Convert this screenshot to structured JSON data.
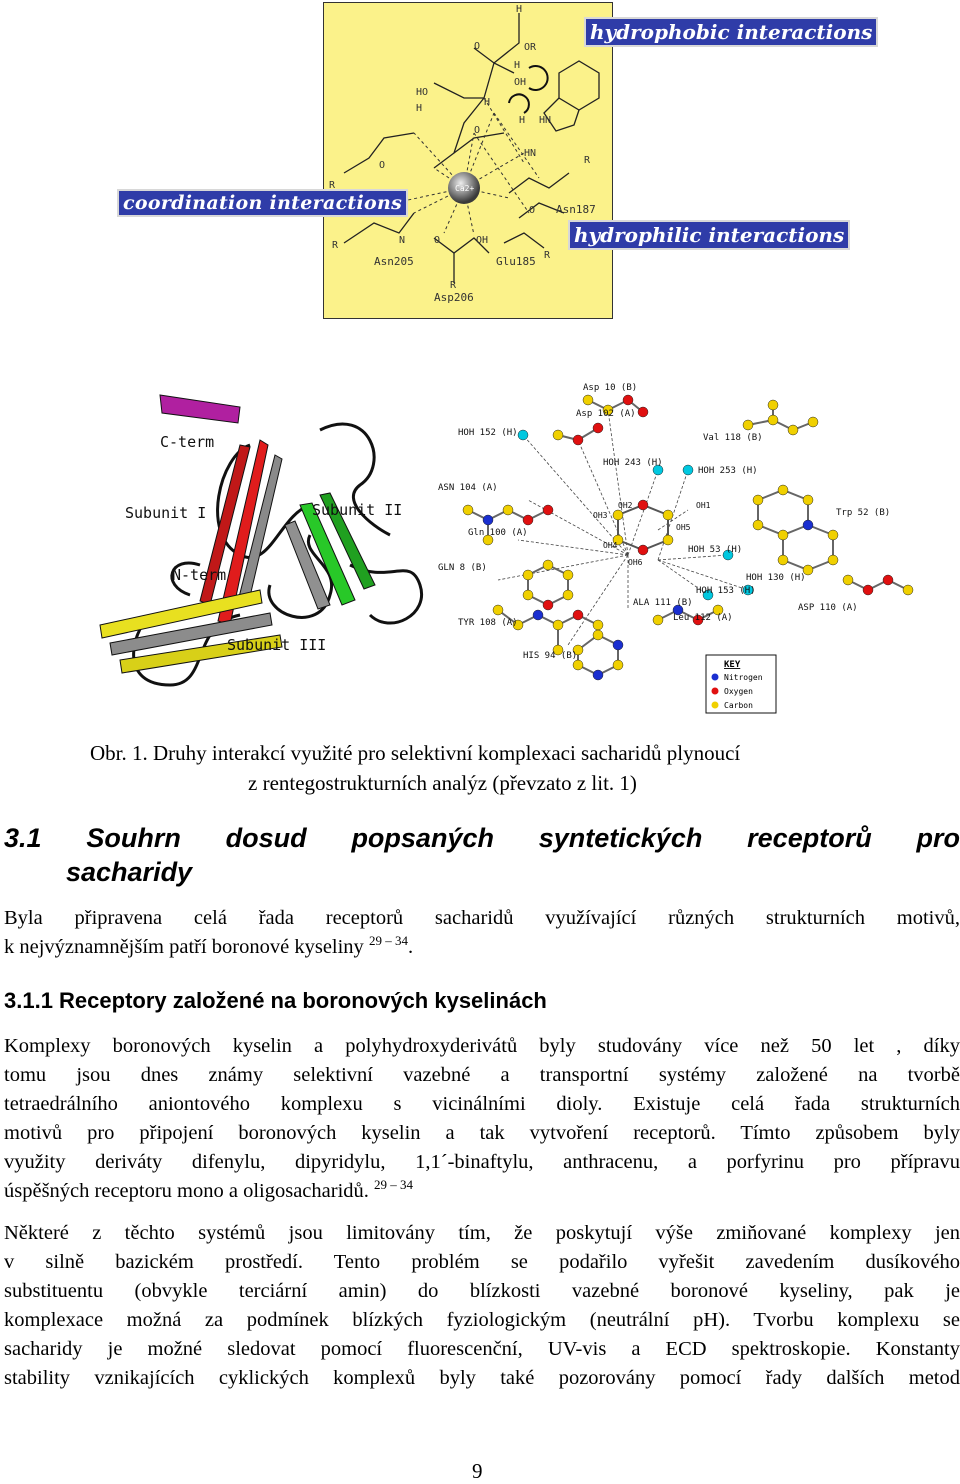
{
  "figure_top": {
    "label_hydrophobic": "hydrophobic interactions",
    "label_coordination": "coordination interactions",
    "label_hydrophilic": "hydrophilic interactions",
    "residues": [
      "Asn187",
      "Asn205",
      "Glu185",
      "Asp206"
    ],
    "ion": "Ca2+"
  },
  "figure_protein": {
    "labels": {
      "c_term": "C-term",
      "n_term": "N-term",
      "subunit_1": "Subunit I",
      "subunit_2": "Subunit II",
      "subunit_3": "Subunit III"
    }
  },
  "figure_binding": {
    "labels": [
      "Asp 10 (B)",
      "Asp 102 (A)",
      "HOH 152 (H)",
      "Val 118 (B)",
      "HOH 243 (H)",
      "HOH 253 (H)",
      "ASN 104 (A)",
      "Gln 100 (A)",
      "Trp 52 (B)",
      "GLN 8 (B)",
      "HOH 53 (H)",
      "HOH 130 (H)",
      "HOH 153 (H)",
      "ALA 111 (B)",
      "Leu 112 (A)",
      "ASP 110 (A)",
      "TYR 108 (A)",
      "HIS 94 (B)"
    ],
    "oh_labels": [
      "OH1",
      "OH2",
      "OH3",
      "OH4",
      "OH5",
      "OH6"
    ],
    "key": {
      "title": "KEY",
      "items": [
        "Nitrogen",
        "Oxygen",
        "Carbon"
      ],
      "colors": [
        "#1a2fd0",
        "#e01010",
        "#f0d000"
      ]
    }
  },
  "caption": {
    "line1": "Obr. 1. Druhy interakcí využité pro selektivní komplexaci sacharidů plynoucí",
    "line2": "z rentegostrukturních analýz (převzato z lit. 1)"
  },
  "section": {
    "heading_line1_words": [
      "3.1",
      "Souhrn",
      "dosud",
      "popsaných",
      "syntetických",
      "receptorů",
      "pro"
    ],
    "heading_line2": "sacharidy",
    "para1_line1": "Byla připravena celá řada receptorů sacharidů využívající různých strukturních motivů,",
    "para1_line2": "k nejvýznamnějším patří boronové kyseliny",
    "para1_ref": "29 – 34",
    "para1_end": "."
  },
  "subsection": {
    "heading": "3.1.1 Receptory založené na boronových kyselinách",
    "para2_lines": [
      "Komplexy boronových kyselin a polyhydroxyderivátů byly studovány více než 50 let , díky",
      "tomu jsou dnes známy selektivní vazebné a transportní systémy založené na tvorbě",
      "tetraedrálního aniontového komplexu s vicinálními dioly. Existuje celá řada strukturních",
      "motivů pro připojení boronových kyselin a tak vytvoření receptorů. Tímto způsobem byly",
      "využity deriváty difenylu, dipyridylu, 1,1´-binaftylu, anthracenu, a porfyrinu pro přípravu"
    ],
    "para2_last": "úspěšných receptoru mono a oligosacharidů.",
    "para2_ref": "29 – 34",
    "para3_lines": [
      "Některé z těchto systémů jsou limitovány tím, že poskytují výše zmiňované komplexy jen",
      "v silně bazickém prostředí. Tento problém se podařilo vyřešit zavedením dusíkového",
      "substituentu (obvykle terciární amin) do blízkosti vazebné boronové kyseliny, pak je",
      "komplexace možná za podmínek blízkých fyziologickým (neutrální pH). Tvorbu komplexu se",
      "sacharidy je možné sledovat pomocí fluorescenční, UV-vis a ECD spektroskopie. Konstanty",
      "stability vznikajících cyklických komplexů byly také pozorovány pomocí řady dalších metod"
    ]
  },
  "page_number": "9"
}
